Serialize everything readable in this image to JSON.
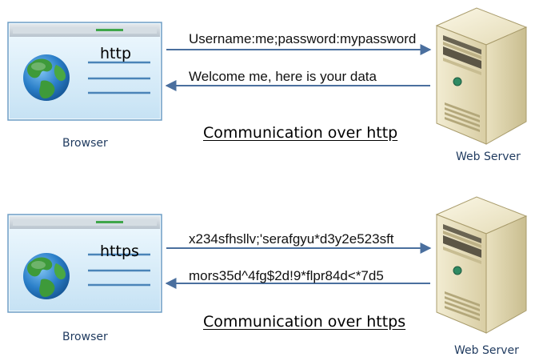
{
  "colors": {
    "arrow": "#4a6f9e",
    "browser_bg": "#d9edf8",
    "browser_border": "#6f9ec5",
    "title_bar": "#c9d3dc",
    "content_line": "#4a84b8",
    "tab_accent": "#3fa64a",
    "label_text": "#1f3a5f",
    "server_body": "#e6dcb4"
  },
  "panels": [
    {
      "browser": {
        "protocol_label": "http",
        "caption": "Browser",
        "icon": "globe-icon"
      },
      "server": {
        "caption": "Web Server",
        "icon": "server-tower-icon"
      },
      "request": {
        "text": "Username:me;password:mypassword",
        "direction": "to-server"
      },
      "response": {
        "text": "Welcome me, here is your data",
        "direction": "to-browser"
      },
      "title": "Communication over http"
    },
    {
      "browser": {
        "protocol_label": "https",
        "caption": "Browser",
        "icon": "globe-icon"
      },
      "server": {
        "caption": "Web Server",
        "icon": "server-tower-icon"
      },
      "request": {
        "text": "x234sfhsllv;'serafgyu*d3y2e523sft",
        "direction": "to-server"
      },
      "response": {
        "text": "mors35d^4fg$2d!9*flpr84d<*7d5",
        "direction": "to-browser"
      },
      "title": "Communication over https"
    }
  ]
}
